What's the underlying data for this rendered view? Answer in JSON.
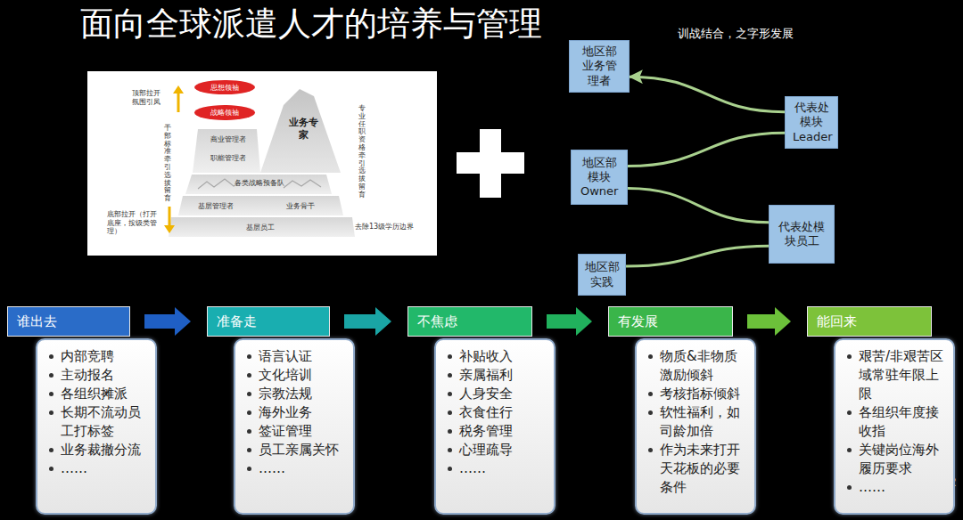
{
  "diagram": {
    "title": "面向全球派遣人才的培养与管理",
    "nodes": [
      {
        "text": [
          "思想领袖"
        ]
      },
      {
        "text": [
          "战略领袖"
        ]
      },
      {
        "text": [
          "业务专家"
        ]
      },
      {
        "text": [
          "商业管理者"
        ]
      },
      {
        "text": [
          "职能管理者"
        ]
      },
      {
        "text": [
          "各类战略预备队"
        ]
      },
      {
        "text": [
          "基层管理者"
        ]
      },
      {
        "text": [
          "业务骨干"
        ]
      },
      {
        "text": [
          "基层员工"
        ]
      },
      {
        "text": [
          "地区部业务管理者"
        ]
      },
      {
        "text": [
          "代表处模块Leader"
        ]
      },
      {
        "text": [
          "地区部模块Owner"
        ]
      },
      {
        "text": [
          "代表处模块员工"
        ]
      },
      {
        "text": [
          "地区部实践"
        ]
      },
      {
        "text": [
          "谁出去"
        ]
      },
      {
        "text": [
          "内部竞聘",
          "主动报名",
          "各组织摊派",
          "长期不流动员工打标签",
          "业务裁撤分流",
          "……"
        ]
      },
      {
        "text": [
          "准备走"
        ]
      },
      {
        "text": [
          "语言认证",
          "文化培训",
          "宗教法规",
          "海外业务",
          "签证管理",
          "员工亲属关怀",
          "……"
        ]
      },
      {
        "text": [
          "不焦虑"
        ]
      },
      {
        "text": [
          "补贴收入",
          "亲属福利",
          "人身安全",
          "衣食住行",
          "税务管理",
          "心理疏导",
          "……"
        ]
      },
      {
        "text": [
          "有发展"
        ]
      },
      {
        "text": [
          "物质&非物质激励倾斜",
          "考核指标倾斜",
          "软性福利，如司龄加倍",
          "作为未来打开天花板的必要条件"
        ]
      },
      {
        "text": [
          "能回来"
        ]
      },
      {
        "text": [
          "艰苦/非艰苦区域常驻年限上限",
          "各组织年度接收指",
          "关键岗位海外履历要求",
          "……"
        ]
      }
    ],
    "edges": [
      {
        "from": 13,
        "to": 12,
        "arrow": "none"
      },
      {
        "from": 12,
        "to": 11,
        "arrow": "none"
      },
      {
        "from": 11,
        "to": 10,
        "arrow": "none"
      },
      {
        "from": 10,
        "to": 9,
        "arrow": "to"
      },
      {
        "from": 14,
        "to": 16,
        "arrow": "to"
      },
      {
        "from": 16,
        "to": 18,
        "arrow": "to"
      },
      {
        "from": 18,
        "to": 20,
        "arrow": "to"
      },
      {
        "from": 20,
        "to": 22,
        "arrow": "to"
      }
    ],
    "labels": [
      "训战结合，之字形发展",
      "顶部拉开氛围引凤",
      "干部标准牵引选拔留育",
      "专业任职资格牵引选拔留育",
      "底部拉开（打开底座，按级类管理）",
      "去除13级学历边界",
      "2"
    ]
  }
}
